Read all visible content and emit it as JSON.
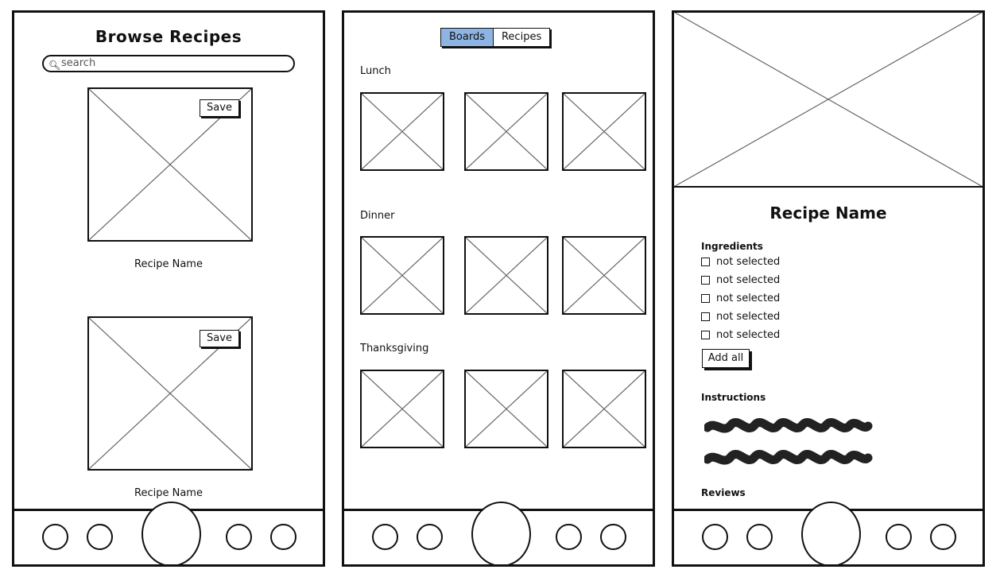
{
  "screen_browse": {
    "title": "Browse Recipes",
    "search_placeholder": "search",
    "search_icon": "magnifier-icon",
    "cards": [
      {
        "save_label": "Save",
        "name": "Recipe Name"
      },
      {
        "save_label": "Save",
        "name": "Recipe Name"
      }
    ]
  },
  "screen_boards": {
    "segments": [
      {
        "label": "Boards",
        "active": true
      },
      {
        "label": "Recipes",
        "active": false
      }
    ],
    "sections": [
      {
        "label": "Lunch"
      },
      {
        "label": "Dinner"
      },
      {
        "label": "Thanksgiving"
      }
    ]
  },
  "screen_detail": {
    "title": "Recipe Name",
    "ingredients_label": "Ingredients",
    "ingredients": [
      "not selected",
      "not selected",
      "not selected",
      "not selected",
      "not selected"
    ],
    "add_all_label": "Add all",
    "instructions_label": "Instructions",
    "reviews_label": "Reviews"
  },
  "colors": {
    "active_segment": "#8db4e2",
    "ink": "#111111"
  }
}
